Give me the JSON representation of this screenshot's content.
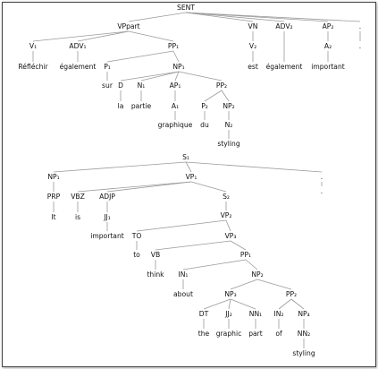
{
  "trees": [
    {
      "name": "french-parse-tree",
      "nodes": [
        {
          "id": "SENT",
          "label": "SENT"
        },
        {
          "id": "VPpart",
          "label": "VPpart",
          "parent": "SENT"
        },
        {
          "id": "V1",
          "label": "V₁",
          "parent": "VPpart"
        },
        {
          "id": "w_reflechir",
          "label": "Réfléchir",
          "parent": "V1"
        },
        {
          "id": "ADV1",
          "label": "ADV₁",
          "parent": "VPpart"
        },
        {
          "id": "w_egalement1",
          "label": "également",
          "parent": "ADV1"
        },
        {
          "id": "PP1",
          "label": "PP₁",
          "parent": "VPpart"
        },
        {
          "id": "P1",
          "label": "P₁",
          "parent": "PP1"
        },
        {
          "id": "w_sur",
          "label": "sur",
          "parent": "P1"
        },
        {
          "id": "NP1",
          "label": "NP₁",
          "parent": "PP1"
        },
        {
          "id": "D",
          "label": "D",
          "parent": "NP1"
        },
        {
          "id": "w_la",
          "label": "la",
          "parent": "D"
        },
        {
          "id": "N1",
          "label": "N₁",
          "parent": "NP1"
        },
        {
          "id": "w_partie",
          "label": "partie",
          "parent": "N1"
        },
        {
          "id": "AP1",
          "label": "AP₁",
          "parent": "NP1"
        },
        {
          "id": "A1",
          "label": "A₁",
          "parent": "AP1"
        },
        {
          "id": "w_graphique",
          "label": "graphique",
          "parent": "A1"
        },
        {
          "id": "PP2",
          "label": "PP₂",
          "parent": "NP1"
        },
        {
          "id": "P2",
          "label": "P₂",
          "parent": "PP2"
        },
        {
          "id": "w_du",
          "label": "du",
          "parent": "P2"
        },
        {
          "id": "NP2",
          "label": "NP₂",
          "parent": "PP2"
        },
        {
          "id": "N2",
          "label": "N₂",
          "parent": "NP2"
        },
        {
          "id": "w_styling",
          "label": "styling",
          "parent": "N2"
        },
        {
          "id": "VN",
          "label": "VN",
          "parent": "SENT"
        },
        {
          "id": "V2",
          "label": "V₂",
          "parent": "VN"
        },
        {
          "id": "w_est",
          "label": "est",
          "parent": "V2"
        },
        {
          "id": "ADV2",
          "label": "ADV₂",
          "parent": "SENT"
        },
        {
          "id": "w_egalement2",
          "label": "également",
          "parent": "ADV2"
        },
        {
          "id": "AP2",
          "label": "AP₂",
          "parent": "SENT"
        },
        {
          "id": "A2",
          "label": "A₂",
          "parent": "AP2"
        },
        {
          "id": "w_important_fr",
          "label": "important",
          "parent": "A2"
        },
        {
          "id": "PUNC1",
          "label": ".",
          "parent": "SENT"
        },
        {
          "id": "w_period1",
          "label": ".",
          "parent": "PUNC1"
        }
      ]
    },
    {
      "name": "english-parse-tree",
      "nodes": [
        {
          "id": "S1",
          "label": "S₁"
        },
        {
          "id": "eNP1",
          "label": "NP₁",
          "parent": "S1"
        },
        {
          "id": "PRP",
          "label": "PRP",
          "parent": "eNP1"
        },
        {
          "id": "w_it",
          "label": "It",
          "parent": "PRP"
        },
        {
          "id": "eVP1",
          "label": "VP₁",
          "parent": "S1"
        },
        {
          "id": "VBZ",
          "label": "VBZ",
          "parent": "eVP1"
        },
        {
          "id": "w_is",
          "label": "is",
          "parent": "VBZ"
        },
        {
          "id": "ADJP",
          "label": "ADJP",
          "parent": "eVP1"
        },
        {
          "id": "JJ1",
          "label": "JJ₁",
          "parent": "ADJP"
        },
        {
          "id": "w_important_en",
          "label": "important",
          "parent": "JJ1"
        },
        {
          "id": "S2",
          "label": "S₂",
          "parent": "eVP1"
        },
        {
          "id": "eVP2",
          "label": "VP₂",
          "parent": "S2"
        },
        {
          "id": "TO",
          "label": "TO",
          "parent": "eVP2"
        },
        {
          "id": "w_to",
          "label": "to",
          "parent": "TO"
        },
        {
          "id": "eVP3",
          "label": "VP₃",
          "parent": "eVP2"
        },
        {
          "id": "VB",
          "label": "VB",
          "parent": "eVP3"
        },
        {
          "id": "w_think",
          "label": "think",
          "parent": "VB"
        },
        {
          "id": "ePP1",
          "label": "PP₁",
          "parent": "eVP3"
        },
        {
          "id": "IN1",
          "label": "IN₁",
          "parent": "ePP1"
        },
        {
          "id": "w_about",
          "label": "about",
          "parent": "IN1"
        },
        {
          "id": "eNP2",
          "label": "NP₂",
          "parent": "ePP1"
        },
        {
          "id": "eNP3",
          "label": "NP₃",
          "parent": "eNP2"
        },
        {
          "id": "DT",
          "label": "DT",
          "parent": "eNP3"
        },
        {
          "id": "w_the",
          "label": "the",
          "parent": "DT"
        },
        {
          "id": "JJ2",
          "label": "JJ₂",
          "parent": "eNP3"
        },
        {
          "id": "w_graphic",
          "label": "graphic",
          "parent": "JJ2"
        },
        {
          "id": "NN1",
          "label": "NN₁",
          "parent": "eNP3"
        },
        {
          "id": "w_part",
          "label": "part",
          "parent": "NN1"
        },
        {
          "id": "ePP2",
          "label": "PP₂",
          "parent": "eNP2"
        },
        {
          "id": "IN2",
          "label": "IN₂",
          "parent": "ePP2"
        },
        {
          "id": "w_of",
          "label": "of",
          "parent": "IN2"
        },
        {
          "id": "eNP4",
          "label": "NP₄",
          "parent": "ePP2"
        },
        {
          "id": "NN2",
          "label": "NN₂",
          "parent": "eNP4"
        },
        {
          "id": "w_styling_en",
          "label": "styling",
          "parent": "NN2"
        },
        {
          "id": "PUNC2",
          "label": ".",
          "parent": "S1"
        },
        {
          "id": "w_period2",
          "label": ".",
          "parent": "PUNC2"
        }
      ]
    }
  ]
}
